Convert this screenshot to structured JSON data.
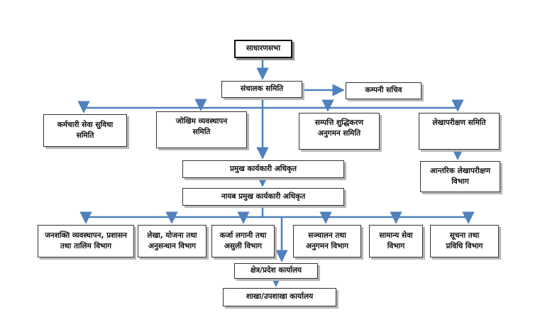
{
  "nodes": {
    "general_assembly": "साधारणसभा",
    "board_of_directors": "संचालक समिति",
    "company_secretary": "कम्पनी सचिव",
    "employee_welfare_committee": "कर्मचारी सेवा सुविधा\nसमिति",
    "risk_management_committee": "जोखिम व्यवस्थापन\nसमिति",
    "aml_committee": "सम्पत्ति शुद्धिकरण\nअनुगमन समिति",
    "audit_committee": "लेखापरीक्षण समिति",
    "internal_audit_department": "आन्तरिक लेखापरीक्षण\nविभाग",
    "ceo": "प्रमुख कार्यकारी अधिकृत",
    "deputy_ceo": "नायब प्रमुख कार्यकारी अधिकृत",
    "hr_admin_training_department": "जनशक्ति व्यवस्थापन, प्रशासन\nतथा तालिम विभाग",
    "accounts_planning_research_department": "लेखा, योजना  तथा\nअनुसन्धान विभाग",
    "credit_recovery_department": "कर्जा लगानी तथा\nअसुली  विभाग",
    "operations_monitoring_department": "सञ्चालन तथा\nअनुगमन विभाग",
    "general_services_department": "सामान्य सेवा\nविभाग",
    "it_department": "सूचना तथा\nप्रविधि विभाग",
    "regional_office": "क्षेत्र/प्रदेश कार्यालय",
    "branch_office": "शाखा/उपशाखा कार्यालय"
  },
  "colors": {
    "connector": "#4f81bd",
    "border": "#333333",
    "shadow": "#b8b8b8"
  }
}
